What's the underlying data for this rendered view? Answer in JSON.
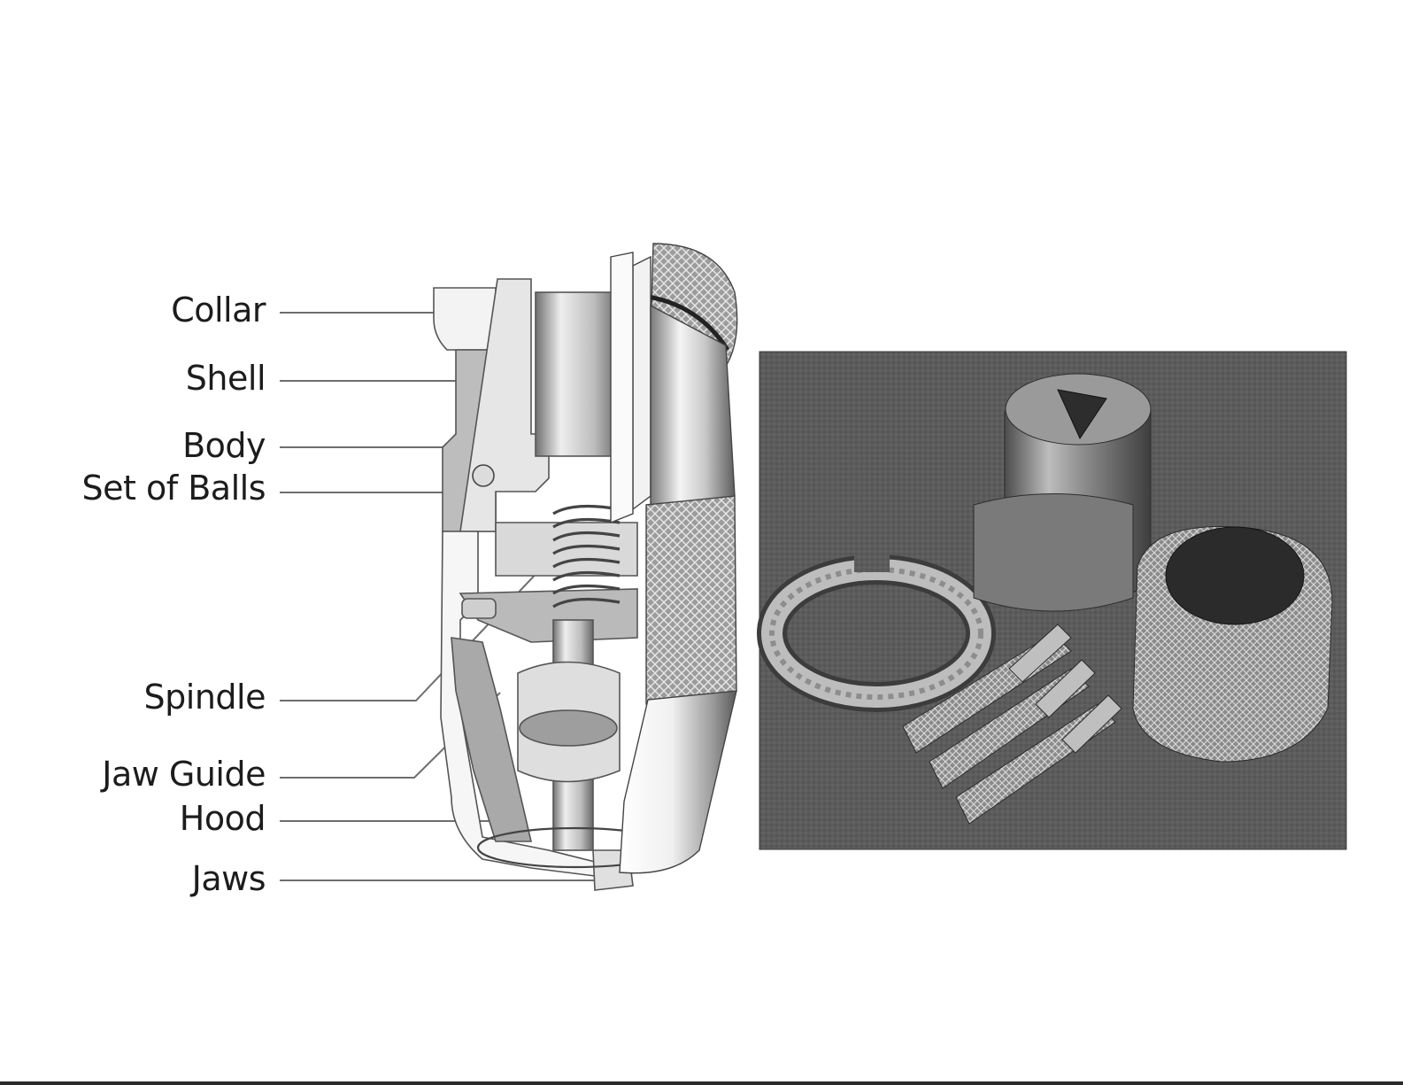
{
  "labels": {
    "collar": "Collar",
    "shell": "Shell",
    "body": "Body",
    "set_of_balls": "Set of Balls",
    "spindle": "Spindle",
    "jaw_guide": "Jaw Guide",
    "hood": "Hood",
    "jaws": "Jaws"
  },
  "colors": {
    "line": "#6e6e6e",
    "metal_light": "#e2e2e2",
    "metal_mid": "#b8b8b8",
    "metal_dark": "#6a6a6a",
    "photo_bg": "#595959"
  }
}
